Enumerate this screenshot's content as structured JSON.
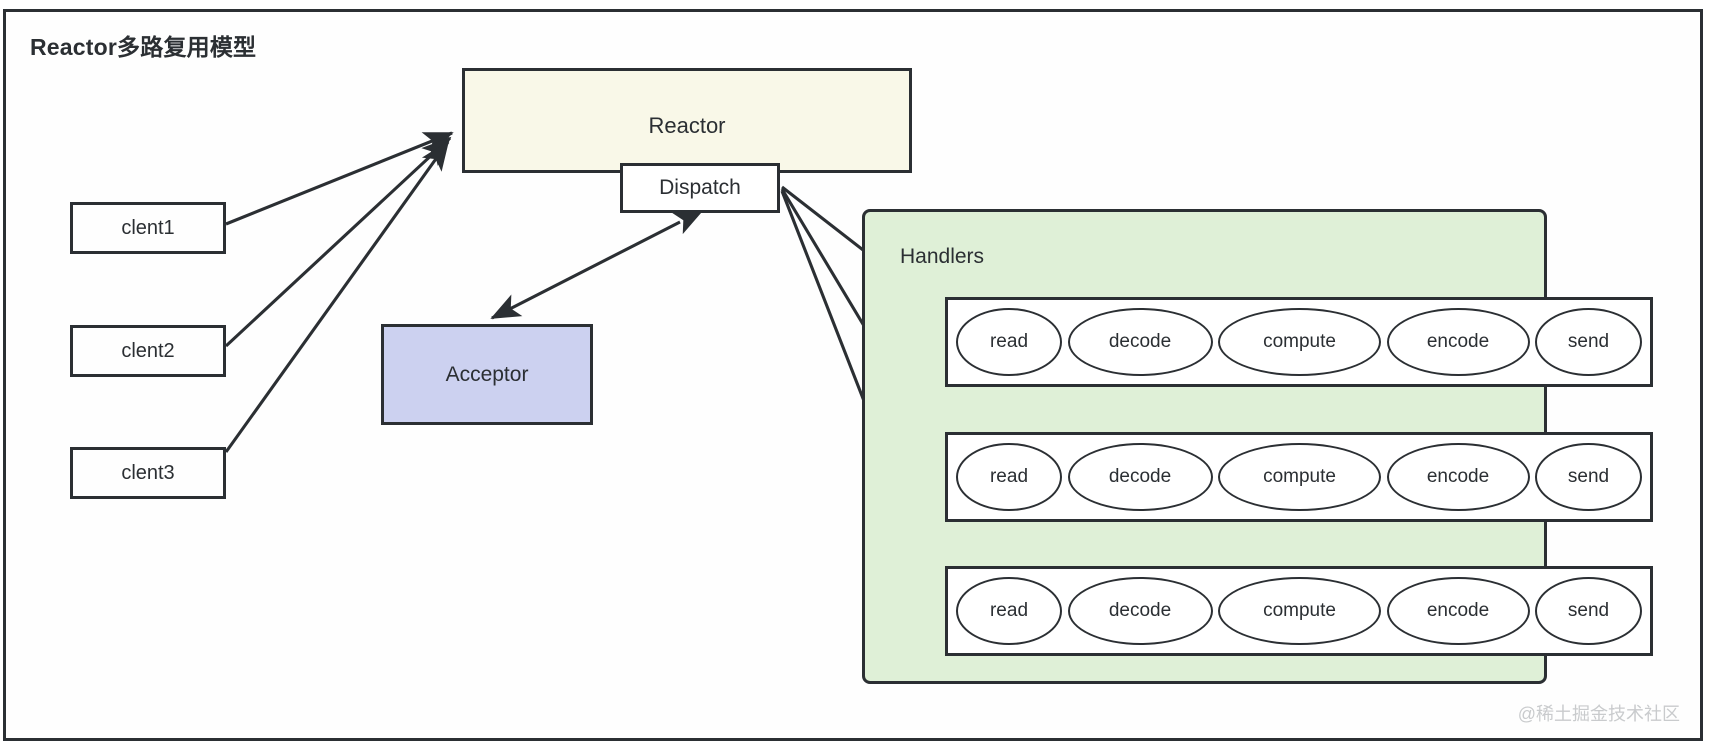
{
  "diagram": {
    "title": "Reactor多路复用模型",
    "watermark": "@稀土掘金技术社区"
  },
  "clients": [
    {
      "id": "client1",
      "label": "clent1"
    },
    {
      "id": "client2",
      "label": "clent2"
    },
    {
      "id": "client3",
      "label": "clent3"
    }
  ],
  "reactor": {
    "label": "Reactor",
    "color": "#f9f8e8"
  },
  "dispatch": {
    "label": "Dispatch",
    "color": "#ffffff"
  },
  "acceptor": {
    "label": "Acceptor",
    "color": "#ccd1f0"
  },
  "handlers": {
    "label": "Handlers",
    "color": "#dff0d7",
    "rows": [
      {
        "stages": [
          "read",
          "decode",
          "compute",
          "encode",
          "send"
        ]
      },
      {
        "stages": [
          "read",
          "decode",
          "compute",
          "encode",
          "send"
        ]
      },
      {
        "stages": [
          "read",
          "decode",
          "compute",
          "encode",
          "send"
        ]
      }
    ]
  },
  "edges": [
    {
      "from": "clent1",
      "to": "Reactor",
      "arrow": "single"
    },
    {
      "from": "clent2",
      "to": "Reactor",
      "arrow": "single"
    },
    {
      "from": "clent3",
      "to": "Reactor",
      "arrow": "single"
    },
    {
      "from": "Dispatch",
      "to": "Acceptor",
      "arrow": "double"
    },
    {
      "from": "Dispatch",
      "to": "Handler row 1",
      "arrow": "single"
    },
    {
      "from": "Dispatch",
      "to": "Handler row 2",
      "arrow": "single"
    },
    {
      "from": "Dispatch",
      "to": "Handler row 3",
      "arrow": "single"
    }
  ],
  "colors": {
    "stroke": "#2b2f33",
    "background": "#ffffff"
  }
}
